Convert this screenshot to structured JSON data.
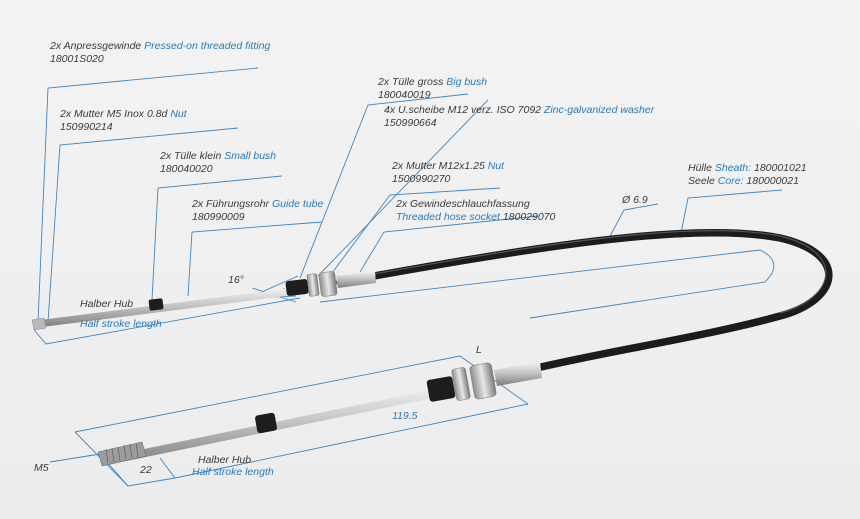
{
  "callouts": [
    {
      "id": "anpress",
      "de": "2x Anpressgewinde",
      "en": "Pressed-on threaded fitting",
      "code": "18001S020"
    },
    {
      "id": "mutter-m5",
      "de": "2x Mutter M5 Inox 0.8d",
      "en": "Nut",
      "code": "150990214"
    },
    {
      "id": "tulle-klein",
      "de": "2x Tülle klein",
      "en": "Small bush",
      "code": "180040020"
    },
    {
      "id": "fuhrung",
      "de": "2x Führungsrohr",
      "en": "Guide tube",
      "code": "180990009"
    },
    {
      "id": "tulle-gross",
      "de": "2x Tülle gross",
      "en": "Big bush",
      "code": "180040019"
    },
    {
      "id": "uscheibe",
      "de": "4x U.scheibe M12 verz. ISO 7092",
      "en": "Zinc-galvanized washer",
      "code": "150990664"
    },
    {
      "id": "mutter-m12",
      "de": "2x Mutter M12x1.25",
      "en": "Nut",
      "code": "1500990270"
    },
    {
      "id": "gewinde",
      "de": "2x Gewindeschlauchfassung",
      "en": "Threaded hose socket",
      "code": "180029070"
    }
  ],
  "sheath": {
    "de": "Hülle",
    "en": "Sheath:",
    "code": "180001021"
  },
  "core": {
    "de": "Seele",
    "en": "Core:",
    "code": "180000021"
  },
  "dims": {
    "diameter": "Ø 6.9",
    "angle": "16°",
    "length": "L",
    "socket_len": "119.5",
    "thread": "M5",
    "thread_len": "22",
    "halber_hub": "Halber Hub",
    "half_stroke": "Half stroke length"
  }
}
